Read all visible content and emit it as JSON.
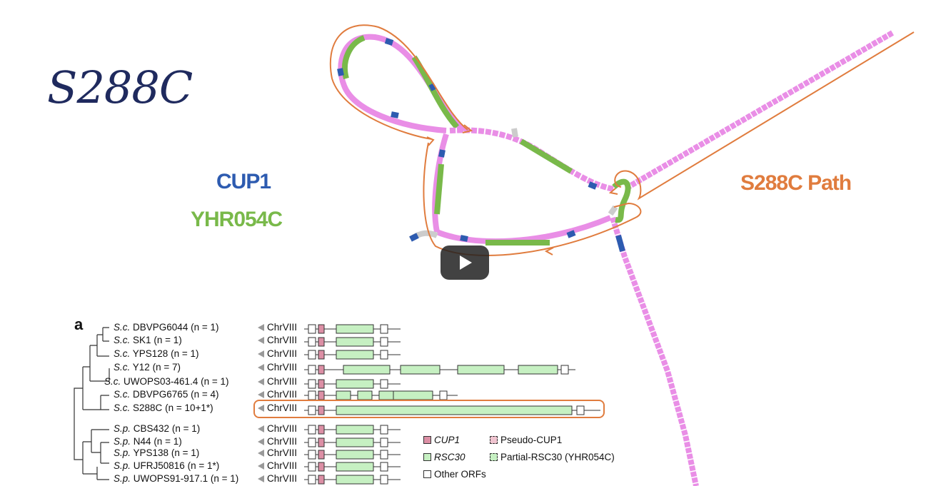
{
  "title": "S288C",
  "legend": {
    "cup1": "CUP1",
    "yhr054c": "YHR054C",
    "path": "S288C Path"
  },
  "colors": {
    "title": "#1f2a5e",
    "cup1": "#2d5bb0",
    "yhr054c": "#79b94a",
    "path": "#e07c3e",
    "node_default": "#e98ee6",
    "node_null": "#cccccc"
  },
  "player": {
    "play_icon": "play-icon"
  },
  "figure": {
    "panel_letter": "a",
    "strains": [
      {
        "species": "S.c.",
        "name": "DBVPG6044",
        "count": "(n = 1)"
      },
      {
        "species": "S.c.",
        "name": "SK1",
        "count": "(n = 1)"
      },
      {
        "species": "S.c.",
        "name": "YPS128",
        "count": "(n = 1)"
      },
      {
        "species": "S.c.",
        "name": "Y12",
        "count": "(n = 7)"
      },
      {
        "species": "S.c.",
        "name": "UWOPS03-461.4",
        "count": "(n = 1)"
      },
      {
        "species": "S.c.",
        "name": "DBVPG6765",
        "count": "(n = 4)"
      },
      {
        "species": "S.c.",
        "name": "S288C",
        "count": "(n = 10+1*)"
      },
      {
        "species": "S.p.",
        "name": "CBS432",
        "count": "(n = 1)"
      },
      {
        "species": "S.p.",
        "name": "N44",
        "count": "(n = 1)"
      },
      {
        "species": "S.p.",
        "name": "YPS138",
        "count": "(n = 1)"
      },
      {
        "species": "S.p.",
        "name": "UFRJ50816",
        "count": "(n = 1*)"
      },
      {
        "species": "S.p.",
        "name": "UWOPS91-917.1",
        "count": "(n = 1)"
      }
    ],
    "chromosome_label": "ChrVIII",
    "key": {
      "cup1": "CUP1",
      "pseudo_cup1": "Pseudo-CUP1",
      "rsc30": "RSC30",
      "partial_rsc30": "Partial-RSC30 (YHR054C)",
      "other": "Other ORFs"
    }
  }
}
